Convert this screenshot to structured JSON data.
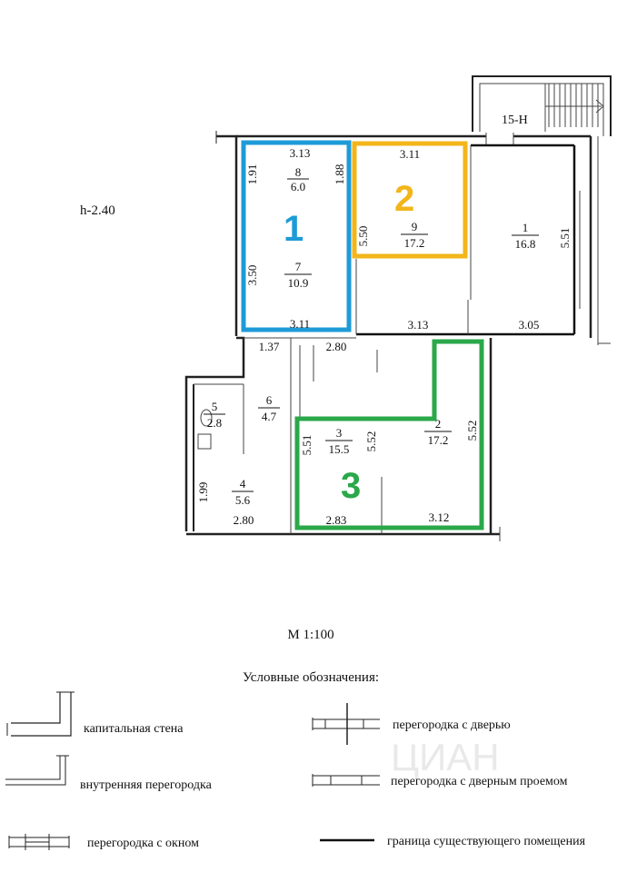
{
  "height_label": "h-2.40",
  "entrance_label": "15-Н",
  "scale_label": "М 1:100",
  "legend_title": "Условные обозначения:",
  "watermark": "ЦИАН",
  "rooms": [
    {
      "id": "room-8",
      "num": "8",
      "area": "6.0"
    },
    {
      "id": "room-7",
      "num": "7",
      "area": "10.9"
    },
    {
      "id": "room-9",
      "num": "9",
      "area": "17.2"
    },
    {
      "id": "room-1",
      "num": "1",
      "area": "16.8"
    },
    {
      "id": "room-6",
      "num": "6",
      "area": "4.7"
    },
    {
      "id": "room-5",
      "num": "5",
      "area": "2.8"
    },
    {
      "id": "room-4",
      "num": "4",
      "area": "5.6"
    },
    {
      "id": "room-3",
      "num": "3",
      "area": "15.5"
    },
    {
      "id": "room-2",
      "num": "2",
      "area": "17.2"
    }
  ],
  "dimensions": {
    "d_3_13_top": "3.13",
    "d_1_91": "1.91",
    "d_1_88": "1.88",
    "d_3_50": "3.50",
    "d_3_11_left": "3.11",
    "d_3_11_top": "3.11",
    "d_5_50": "5.50",
    "d_5_51_right": "5.51",
    "d_3_13_mid": "3.13",
    "d_3_05": "3.05",
    "d_1_37": "1.37",
    "d_2_80_mid": "2.80",
    "d_5_51_left": "5.51",
    "d_5_52_mid": "5.52",
    "d_5_52_right": "5.52",
    "d_1_99": "1.99",
    "d_2_80_bottom": "2.80",
    "d_2_83": "2.83",
    "d_3_12": "3.12"
  },
  "highlights": [
    {
      "label": "1",
      "color": "#1e9bd7"
    },
    {
      "label": "2",
      "color": "#f2b51a"
    },
    {
      "label": "3",
      "color": "#2aa84a"
    }
  ],
  "legend": [
    {
      "key": "capital_wall",
      "text": "капитальная стена"
    },
    {
      "key": "inner_partition",
      "text": "внутренняя перегородка"
    },
    {
      "key": "partition_window",
      "text": "перегородка с окном"
    },
    {
      "key": "partition_door",
      "text": "перегородка с дверью"
    },
    {
      "key": "partition_doorway",
      "text": "перегородка с дверным проемом"
    },
    {
      "key": "room_border",
      "text": "граница существующего помещения"
    }
  ]
}
